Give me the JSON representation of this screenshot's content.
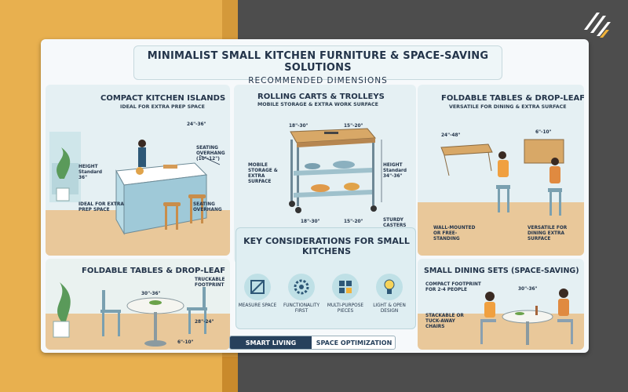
{
  "header": {
    "title": "MINIMALIST SMALL KITCHEN FURNITURE & SPACE-SAVING SOLUTIONS",
    "subtitle": "RECOMMENDED DIMENSIONS"
  },
  "panels": {
    "islands": {
      "title": "COMPACT KITCHEN ISLANDS",
      "subtitle": "IDEAL FOR EXTRA PREP SPACE",
      "dim_width": "24\"-36\"",
      "seating_overhang": "SEATING OVERHANG (10\"-12\")",
      "height": "HEIGHT Standard 36\"",
      "ideal": "IDEAL FOR EXTRA PREP SPACE",
      "seating": "SEATING OVERHANG"
    },
    "carts": {
      "title": "ROLLING CARTS & TROLLEYS",
      "subtitle": "MOBILE STORAGE & EXTRA WORK SURFACE",
      "dim_a": "18\"-30\"",
      "dim_b": "15\"-20\"",
      "mobile": "MOBILE STORAGE & EXTRA SURFACE",
      "height": "HEIGHT Standard 34\"-36\"",
      "dim_c": "18\"-30\"",
      "dim_d": "15\"-20\"",
      "casters": "STURDY CASTERS WITH LOCKS"
    },
    "foldable_top": {
      "title": "FOLDABLE TABLES & DROP-LEAF",
      "subtitle": "VERSATILE FOR DINING & EXTRA SURFACE",
      "dim_a": "24\"-48\"",
      "dim_b": "6\"-10\"",
      "wall": "WALL-MOUNTED OR FREE-STANDING",
      "versatile": "VERSATILE FOR DINING EXTRA SURFACE"
    },
    "foldable_bottom": {
      "title": "FOLDABLE TABLES & DROP-LEAF",
      "trackable": "TRUCKABLE FOOTPRINT",
      "dim_a": "30\"-36\"",
      "dim_b": "28\"-24\"",
      "dim_c": "6\"-10\""
    },
    "key": {
      "title": "KEY CONSIDERATIONS FOR SMALL KITCHENS",
      "items": [
        {
          "icon": "ruler-icon",
          "label": "MEASURE SPACE"
        },
        {
          "icon": "gear-icon",
          "label": "FUNCTIONALITY FIRST"
        },
        {
          "icon": "arrows-icon",
          "label": "MULTI-PURPOSE PIECES"
        },
        {
          "icon": "lightbulb-icon",
          "label": "LIGHT & OPEN DESIGN"
        }
      ]
    },
    "dining": {
      "title": "SMALL DINING SETS (SPACE-SAVING)",
      "compact": "COMPACT FOOTPRINT FOR 2-4 PEOPLE",
      "dim_a": "30\"-36\"",
      "stackable": "STACKABLE OR TUCK-AWAY CHAIRS"
    }
  },
  "footer": {
    "left": "SMART LIVING",
    "right": "SPACE OPTIMIZATION"
  },
  "colors": {
    "gold": "#e8b04f",
    "dark": "#4d4d4d",
    "navy": "#23344a",
    "panel": "#e5f0f3"
  }
}
